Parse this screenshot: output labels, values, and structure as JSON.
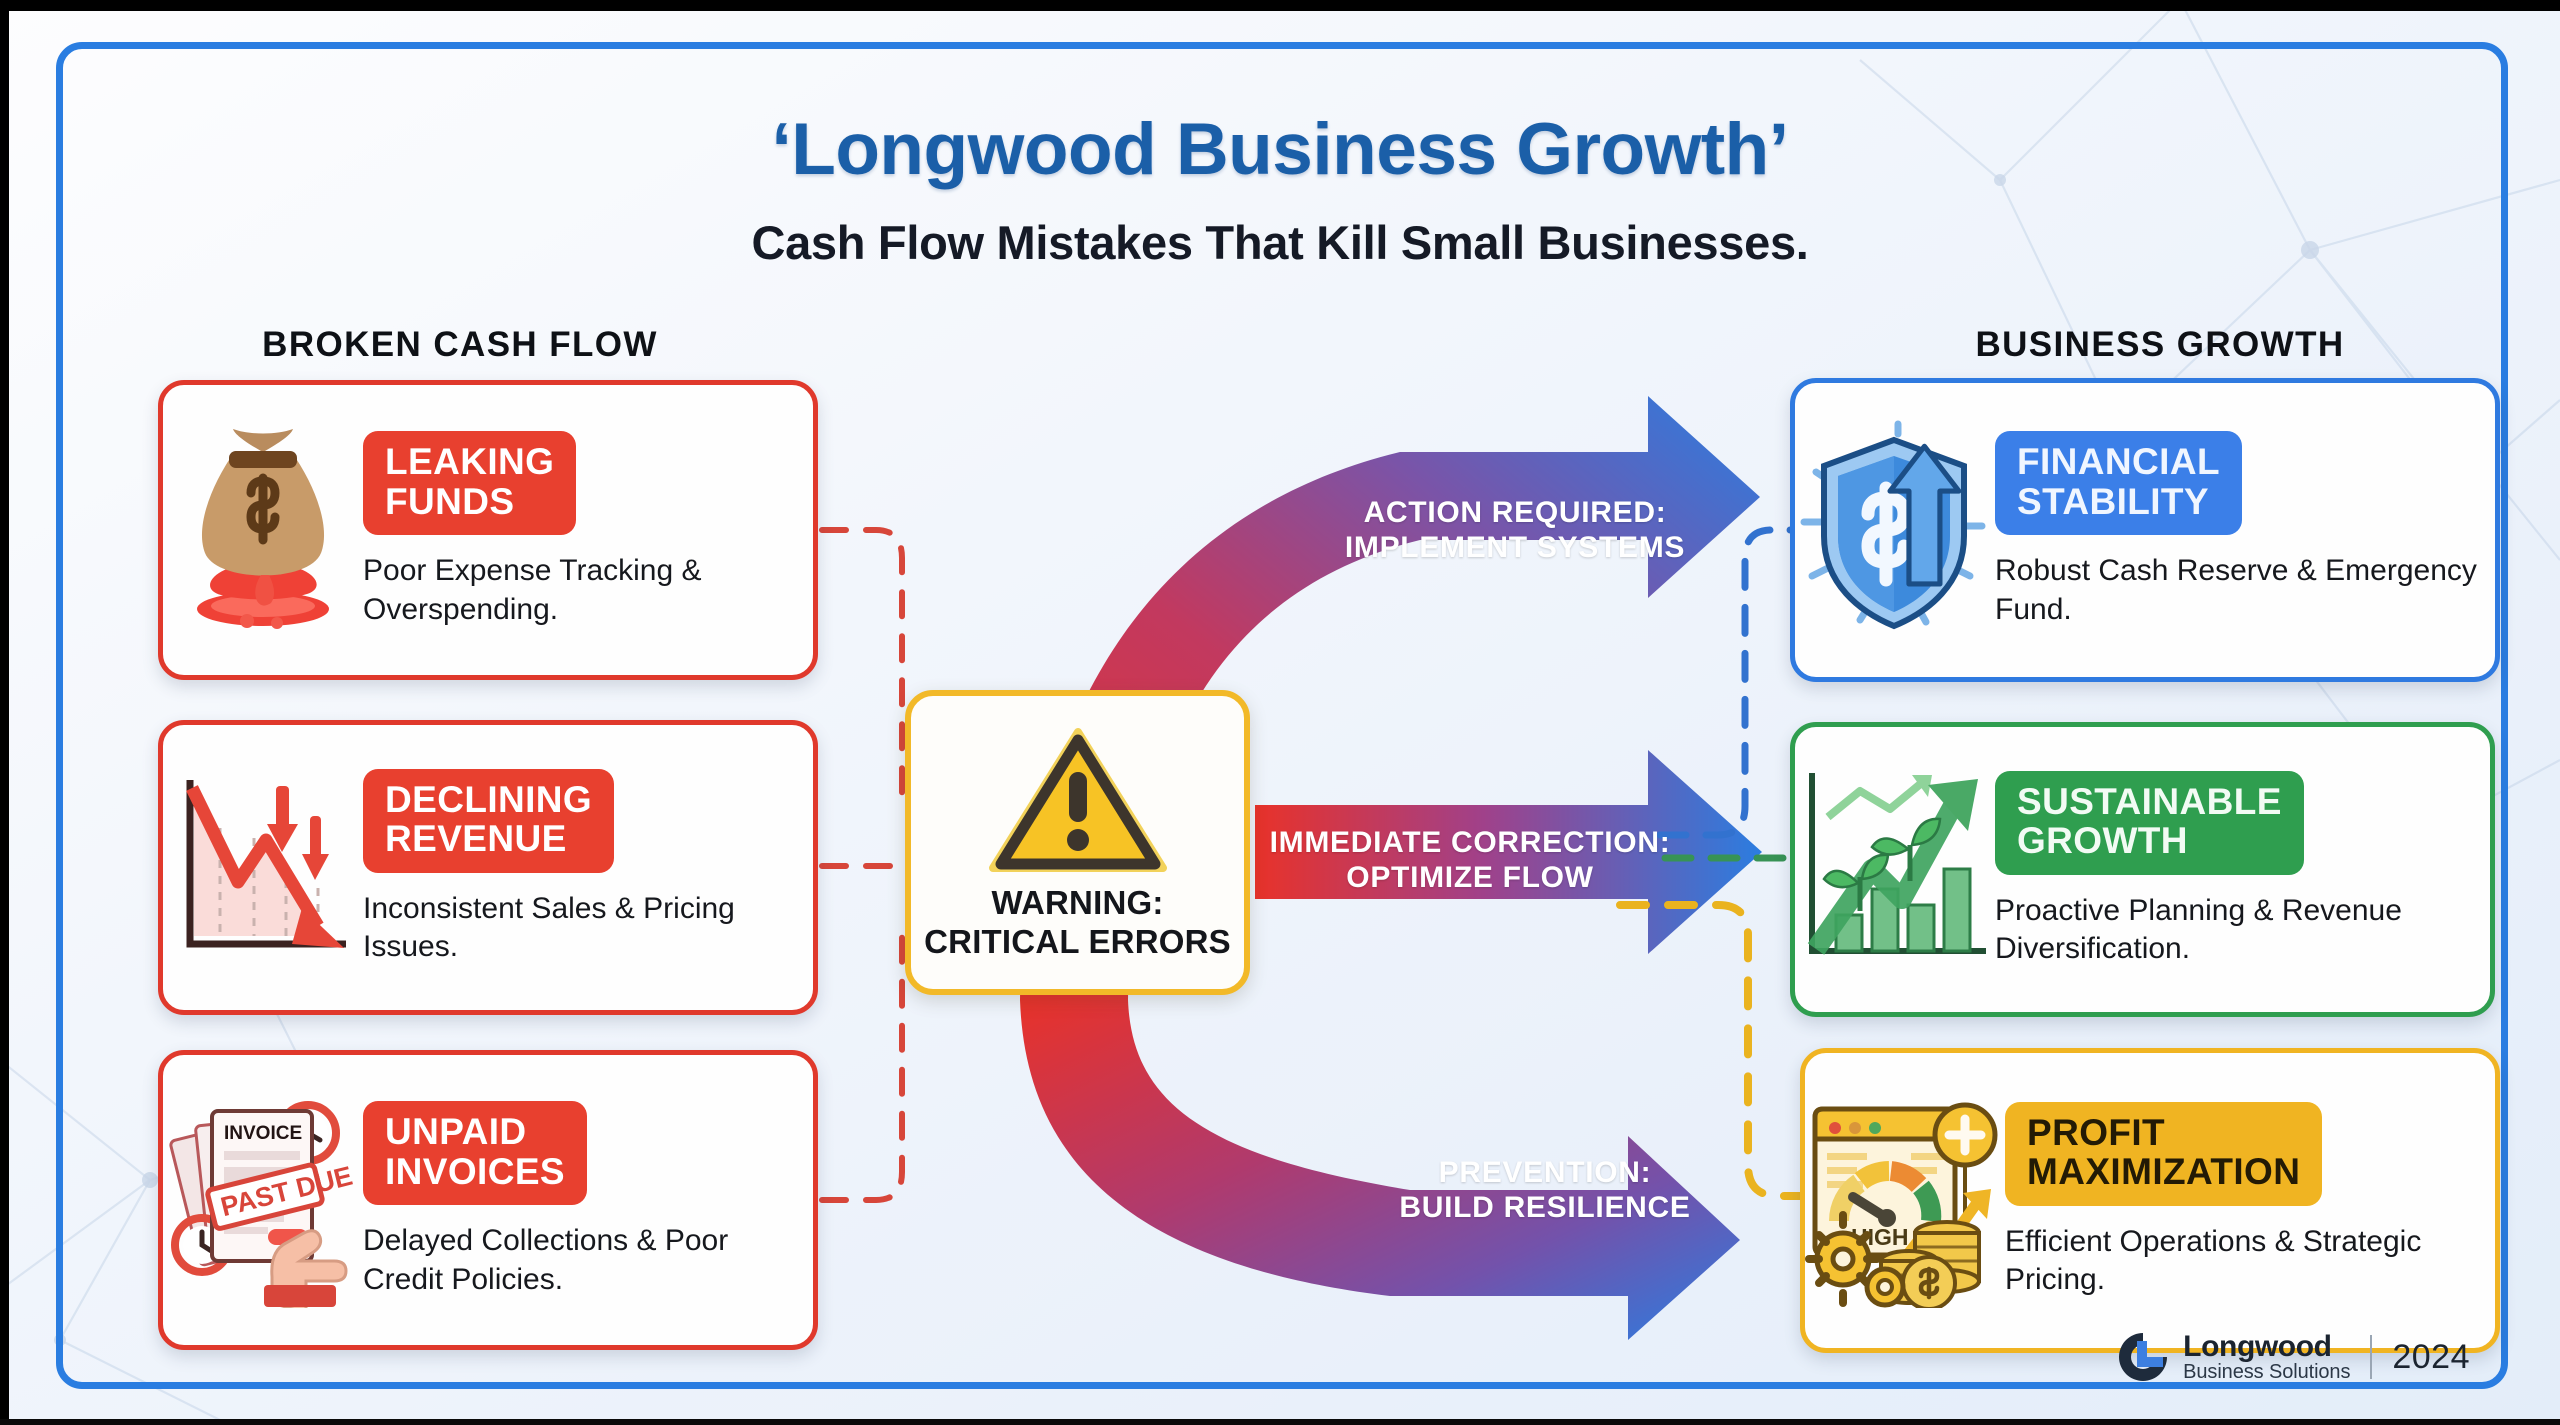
{
  "header": {
    "title": "‘Longwood Business Growth’",
    "subtitle": "Cash Flow Mistakes That Kill Small Businesses."
  },
  "columns": {
    "left_heading": "BROKEN CASH FLOW",
    "right_heading": "BUSINESS GROWTH"
  },
  "problems": [
    {
      "pill": "LEAKING\nFUNDS",
      "pill_line1": "LEAKING",
      "pill_line2": "FUNDS",
      "desc": "Poor Expense Tracking & Overspending.",
      "icon": "leaking-money-bag-icon",
      "accent": "#e0392c"
    },
    {
      "pill_line1": "DECLINING",
      "pill_line2": "REVENUE",
      "desc": "Inconsistent Sales & Pricing Issues.",
      "icon": "declining-chart-icon",
      "accent": "#e0392c"
    },
    {
      "pill_line1": "UNPAID",
      "pill_line2": "INVOICES",
      "desc": "Delayed Collections & Poor Credit Policies.",
      "icon": "past-due-invoice-icon",
      "accent": "#e0392c",
      "icon_labels": {
        "invoice": "INVOICE",
        "stamp": "PAST DUE"
      }
    }
  ],
  "center": {
    "icon": "warning-triangle-icon",
    "line1": "WARNING:",
    "line2": "CRITICAL ERRORS",
    "accent": "#f2b928"
  },
  "arrows": [
    {
      "line1": "ACTION REQUIRED:",
      "line2": "IMPLEMENT SYSTEMS"
    },
    {
      "line1": "IMMEDIATE CORRECTION:",
      "line2": "OPTIMIZE FLOW"
    },
    {
      "line1": "PREVENTION:",
      "line2": "BUILD RESILIENCE"
    }
  ],
  "solutions": [
    {
      "pill_line1": "FINANCIAL",
      "pill_line2": "STABILITY",
      "desc": "Robust Cash Reserve & Emergency Fund.",
      "icon": "shield-dollar-uptrend-icon",
      "accent": "#2f7ae0"
    },
    {
      "pill_line1": "SUSTAINABLE",
      "pill_line2": "GROWTH",
      "desc": "Proactive Planning & Revenue Diversification.",
      "icon": "green-growth-chart-icon",
      "accent": "#2f9e4f"
    },
    {
      "pill_line1": "PROFIT",
      "pill_line2": "MAXIMIZATION",
      "desc": "Efficient Operations & Strategic Pricing.",
      "icon": "profit-gauge-coins-icon",
      "accent": "#f0b422",
      "icon_labels": {
        "gauge": "HIGH"
      }
    }
  ],
  "footer": {
    "logo_name": "Longwood",
    "logo_tagline": "Business Solutions",
    "year": "2024"
  },
  "palette": {
    "frame_blue": "#2a7de1",
    "title_blue": "#1b5fa8",
    "problem_red": "#e0392c",
    "warning_yellow": "#f2b928",
    "arrow_start": "#e8322a",
    "arrow_end": "#2b7de0",
    "solution_blue": "#2f7ae0",
    "solution_green": "#2f9e4f",
    "solution_gold": "#f0b422"
  }
}
